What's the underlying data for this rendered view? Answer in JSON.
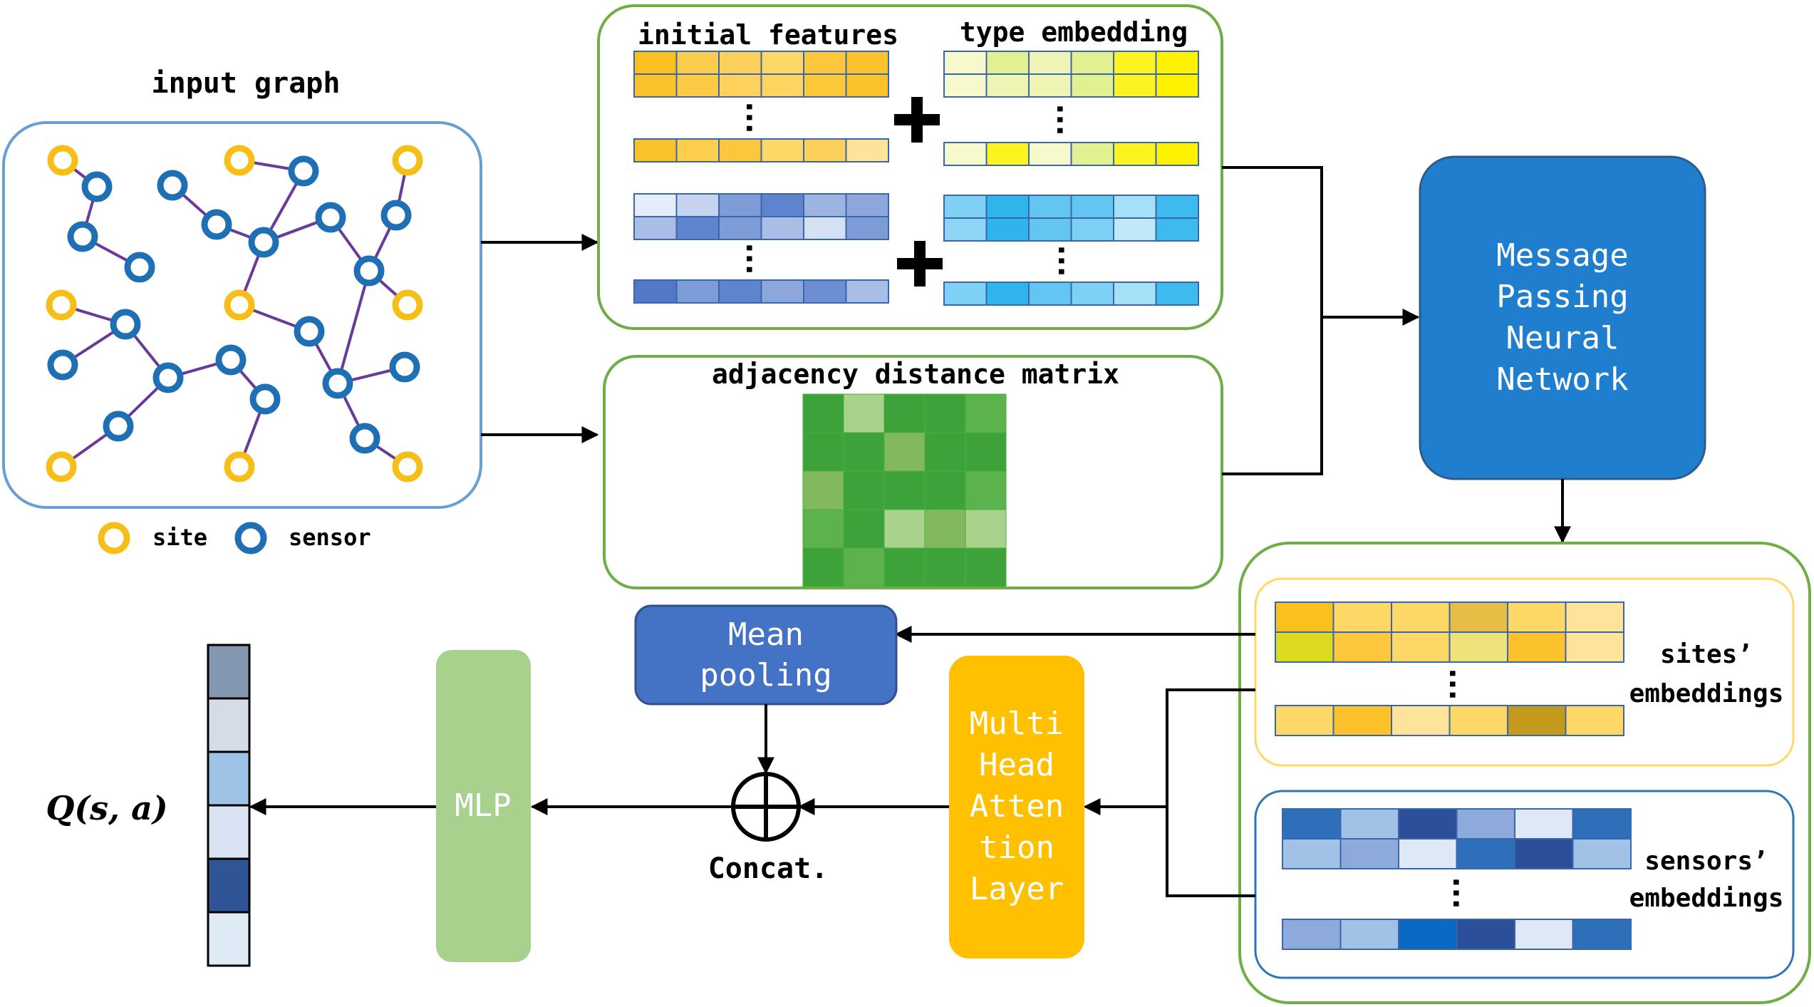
{
  "input_graph": {
    "title": "input graph",
    "legend": {
      "site_label": "site",
      "sensor_label": "sensor"
    },
    "colors": {
      "site": "#f6be17",
      "sensor": "#1f6fb5",
      "edge": "#6a3a9a",
      "frame": "#6a9fd0"
    }
  },
  "features_panel": {
    "initial_title": "initial features",
    "type_title": "type embedding",
    "colors": {
      "site_feat": [
        [
          "#f9c01e",
          "#fccc4d",
          "#fcd05a",
          "#fdd866",
          "#fcc73c",
          "#fbc22b"
        ],
        [
          "#fbc22b",
          "#fccb43",
          "#fdd15c",
          "#fdd45f",
          "#fcc83a",
          "#fbc22b"
        ],
        [
          "#fbc22b",
          "#fcce4c",
          "#fcc73c",
          "#fdd866",
          "#fcd05a",
          "#fee49a"
        ]
      ],
      "type_yellow": [
        [
          "#f6f9cc",
          "#e3f092",
          "#eef5b4",
          "#e3f092",
          "#fdf321",
          "#fff200"
        ],
        [
          "#f6f9cc",
          "#eef5b4",
          "#eef5b4",
          "#e3f092",
          "#fdf321",
          "#fff200"
        ],
        [
          "#f6f9cc",
          "#fdf321",
          "#f6f9cc",
          "#e3f092",
          "#fdf321",
          "#fff200"
        ]
      ],
      "sensor_feat": [
        [
          "#e5edf9",
          "#c5d3ef",
          "#7d9bd6",
          "#5e84cd",
          "#9db4e1",
          "#8da7dc"
        ],
        [
          "#a9bde5",
          "#5e84cd",
          "#7d9bd6",
          "#a9bde5",
          "#d5e0f4",
          "#7d9bd6"
        ],
        [
          "#5279c8",
          "#7d9bd6",
          "#5e84cd",
          "#8da7dc",
          "#6d8ed2",
          "#a9bde5"
        ]
      ],
      "type_blue": [
        [
          "#7fd0f5",
          "#2fb4ec",
          "#63c5f1",
          "#63c5f1",
          "#a6dff8",
          "#3dbbee"
        ],
        [
          "#8fd6f6",
          "#2fb4ec",
          "#63c5f1",
          "#7fd0f5",
          "#bfe8fa",
          "#3dbbee"
        ],
        [
          "#7fd0f5",
          "#2fb4ec",
          "#63c5f1",
          "#7fd0f5",
          "#a6dff8",
          "#3dbbee"
        ]
      ]
    }
  },
  "adjacency": {
    "title": "adjacency distance matrix",
    "colors": [
      [
        "#3ea23a",
        "#a9d38c",
        "#3ea23a",
        "#3ea23a",
        "#5cb24c"
      ],
      [
        "#3ea23a",
        "#3ea23a",
        "#82b95e",
        "#3ea23a",
        "#3ea23a"
      ],
      [
        "#82b95e",
        "#3ea23a",
        "#3ea23a",
        "#3ea23a",
        "#5cb24c"
      ],
      [
        "#5cb24c",
        "#3ea23a",
        "#a9d38c",
        "#82b95e",
        "#a9d38c"
      ],
      [
        "#3ea23a",
        "#5cb24c",
        "#3ea23a",
        "#3ea23a",
        "#3ea23a"
      ]
    ]
  },
  "mpnn": {
    "lines": [
      "Message",
      "Passing",
      "Neural",
      "Network"
    ],
    "color": "#1f7fce"
  },
  "embeddings": {
    "sites_label_lines": [
      "sites’",
      "embeddings"
    ],
    "sensors_label_lines": [
      "sensors’",
      "embeddings"
    ],
    "site_colors": [
      [
        "#f9c01e",
        "#fdd866",
        "#fdd866",
        "#e6be45",
        "#fdd866",
        "#fee49a"
      ],
      [
        "#dddb1f",
        "#fcc73c",
        "#fdd866",
        "#eee27a",
        "#fbc22b",
        "#fee49a"
      ],
      [
        "#fdd866",
        "#fbc22b",
        "#fee49a",
        "#fdd866",
        "#c49a1d",
        "#fdd866"
      ]
    ],
    "sensor_colors": [
      [
        "#2e6fba",
        "#a2c1e6",
        "#2b4f99",
        "#8eaadd",
        "#dfe8f6",
        "#2e6fba"
      ],
      [
        "#a2c1e6",
        "#8eaadd",
        "#dfe8f6",
        "#2e6fba",
        "#2b4f99",
        "#a2c1e6"
      ],
      [
        "#8eaadd",
        "#a2c1e6",
        "#0a69c4",
        "#2b4f99",
        "#dfe8f6",
        "#2e6fba"
      ]
    ]
  },
  "mean_pooling": {
    "lines": [
      "Mean",
      "pooling"
    ],
    "color": "#4472c4"
  },
  "mha": {
    "lines": [
      "Multi",
      "Head",
      "Atten",
      "tion",
      "Layer"
    ],
    "color": "#ffc000"
  },
  "concat": {
    "label": "Concat."
  },
  "mlp": {
    "label": "MLP",
    "color": "#a9d18e"
  },
  "q_output": {
    "label": "Q(s, a)",
    "colors": [
      "#8497b0",
      "#d6dce5",
      "#9dc3e6",
      "#dae3f3",
      "#2f5597",
      "#deebf7"
    ]
  }
}
